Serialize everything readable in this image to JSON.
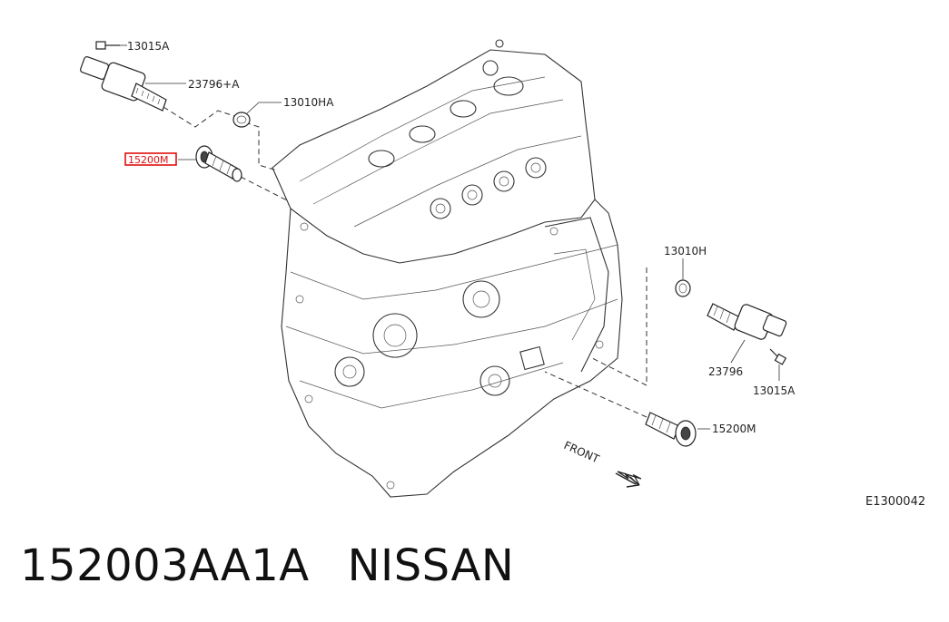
{
  "diagram": {
    "callouts": {
      "bolt_top": "13015A",
      "solenoid_top": "23796+A",
      "oring_top": "13010HA",
      "filter_highlight": "15200M",
      "oring_right": "13010H",
      "solenoid_right": "23796",
      "bolt_right": "13015A",
      "filter_bottom": "15200M"
    },
    "front_label": "FRONT",
    "drawing_code": "E1300042",
    "highlight_color": "#e01010"
  },
  "footer": {
    "part_number": "152003AA1A",
    "brand": "NISSAN"
  }
}
